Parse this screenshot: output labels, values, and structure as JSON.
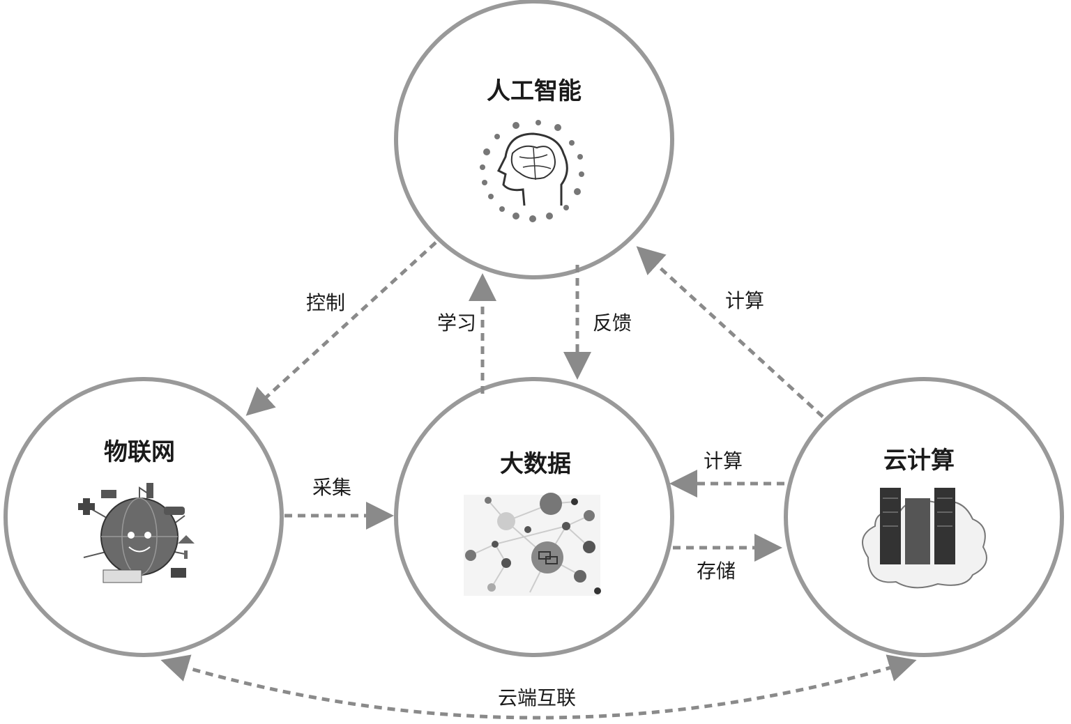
{
  "nodes": {
    "ai": {
      "title": "人工智能",
      "icon": "brain-head-icon"
    },
    "iot": {
      "title": "物联网",
      "icon": "globe-devices-icon"
    },
    "bigdata": {
      "title": "大数据",
      "icon": "network-graph-icon"
    },
    "cloud": {
      "title": "云计算",
      "icon": "server-cloud-icon"
    }
  },
  "edges": {
    "ai_to_iot": "控制",
    "bigdata_to_ai": "学习",
    "ai_to_bigdata": "反馈",
    "cloud_to_ai": "计算",
    "iot_to_bigdata": "采集",
    "cloud_to_bigdata": "计算",
    "bigdata_to_cloud": "存储",
    "iot_cloud": "云端互联"
  },
  "colors": {
    "ring": "#999999",
    "arrow": "#8a8a8a"
  }
}
